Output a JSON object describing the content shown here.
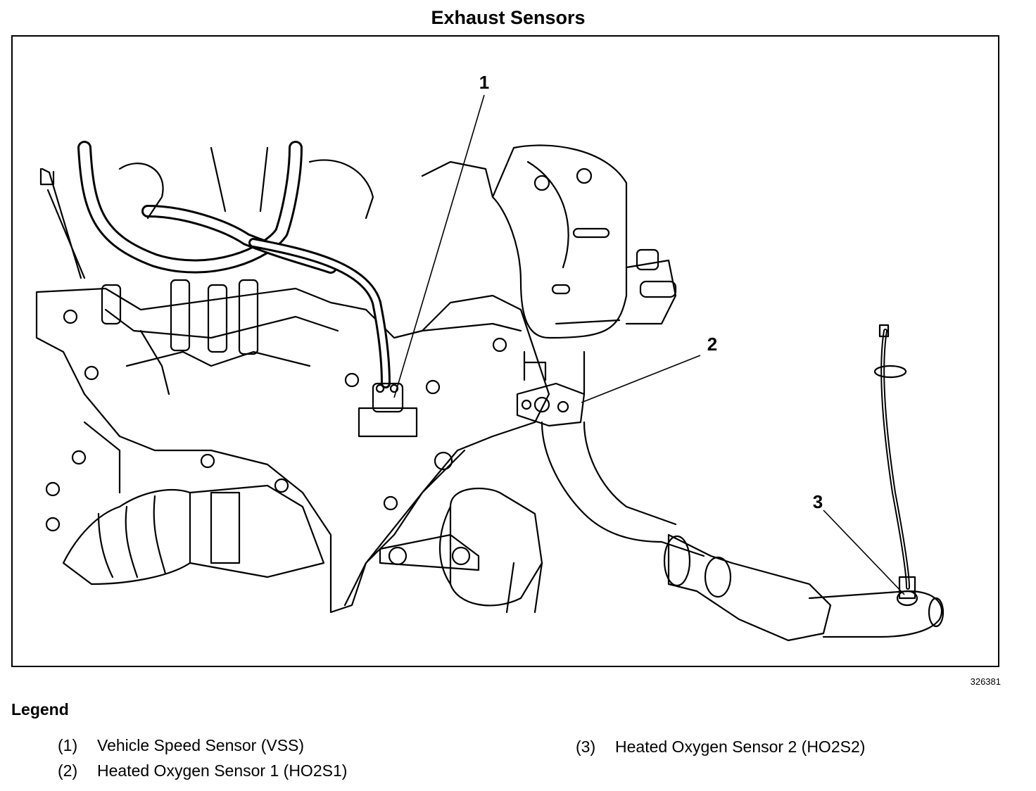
{
  "title": "Exhaust Sensors",
  "figure_id": "326381",
  "callouts": [
    "1",
    "2",
    "3"
  ],
  "legend": {
    "heading": "Legend",
    "items": [
      {
        "num": "(1)",
        "label": "Vehicle Speed Sensor (VSS)"
      },
      {
        "num": "(2)",
        "label": "Heated Oxygen Sensor 1 (HO2S1)"
      },
      {
        "num": "(3)",
        "label": "Heated Oxygen Sensor 2 (HO2S2)"
      }
    ]
  }
}
